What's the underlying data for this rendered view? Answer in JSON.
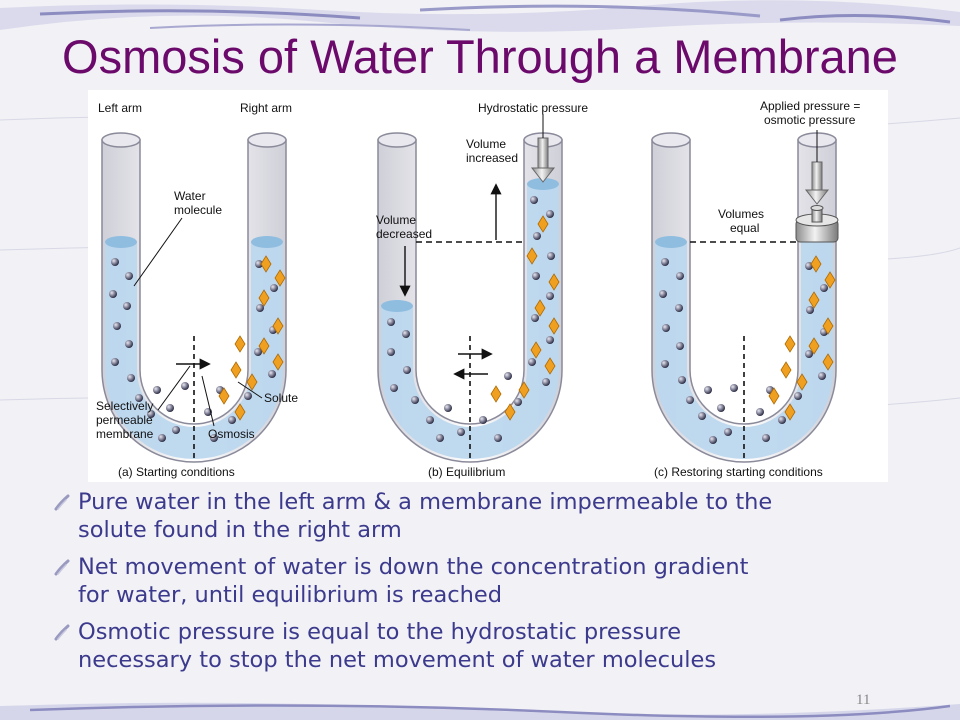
{
  "slide": {
    "title": "Osmosis of Water Through a Membrane",
    "page_number": "11"
  },
  "figure": {
    "panel_a": {
      "left_arm_label": "Left arm",
      "right_arm_label": "Right arm",
      "water_label_line1": "Water",
      "water_label_line2": "molecule",
      "solute_label": "Solute",
      "membrane_label_line1": "Selectively",
      "membrane_label_line2": "permeable",
      "membrane_label_line3": "membrane",
      "osmosis_label": "Osmosis",
      "caption": "(a) Starting conditions"
    },
    "panel_b": {
      "pressure_label": "Hydrostatic pressure",
      "increased_line1": "Volume",
      "increased_line2": "increased",
      "decreased_line1": "Volume",
      "decreased_line2": "decreased",
      "caption": "(b) Equilibrium"
    },
    "panel_c": {
      "applied_line1": "Applied pressure =",
      "applied_line2": "osmotic pressure",
      "equal_line1": "Volumes",
      "equal_line2": "equal",
      "caption": "(c) Restoring starting conditions"
    }
  },
  "bullets": [
    {
      "line1": "Pure water in the left arm & a membrane impermeable to the",
      "line2": "solute found in the right arm"
    },
    {
      "line1": "Net movement of water is down the concentration gradient",
      "line2": "for water, until equilibrium is reached"
    },
    {
      "line1": "Osmotic pressure is equal to the hydrostatic pressure",
      "line2": "necessary to stop the net movement of water molecules"
    }
  ],
  "colors": {
    "title": "#6b0a6b",
    "bullet_text": "#3c3a8c",
    "water": "#bcd7ee",
    "solute": "#f0a020"
  }
}
